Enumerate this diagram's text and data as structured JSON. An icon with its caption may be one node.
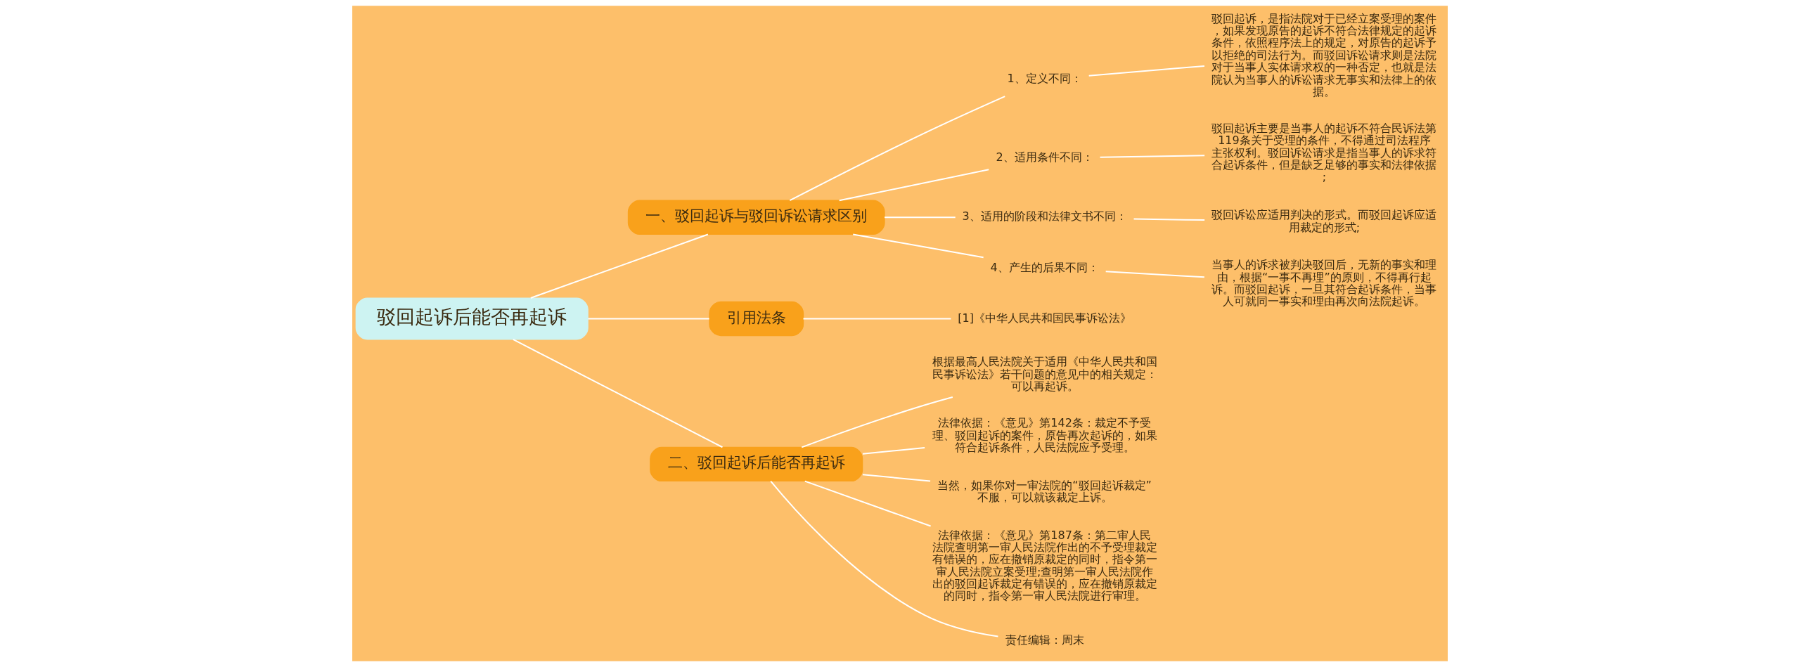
{
  "diagram": {
    "nodes": [
      {
        "text": [
          "驳回起诉后能否再起诉"
        ]
      },
      {
        "text": [
          "一、驳回起诉与驳回诉讼请求区别"
        ]
      },
      {
        "text": [
          "1、定义不同："
        ]
      },
      {
        "text": [
          "驳回起诉，是指法院对于已经立案受理的案件，如果发现原告的起诉不符合法律规定的起诉条件，依照程序法上的规定，对原告的起诉予以拒绝的司法行为。而驳回诉讼请求则是法院对于当事人实体请求权的一种否定，也就是法院认为当事人的诉讼请求无事实和法律上的依据。"
        ]
      },
      {
        "text": [
          "2、适用条件不同："
        ]
      },
      {
        "text": [
          "驳回起诉主要是当事人的起诉不符合民诉法第119条关于受理的条件，不得通过司法程序主张权利。驳回诉讼请求是指当事人的诉求符合起诉条件，但是缺乏足够的事实和法律依据;"
        ]
      },
      {
        "text": [
          "3、适用的阶段和法律文书不同："
        ]
      },
      {
        "text": [
          "驳回诉讼应适用判决的形式。而驳回起诉应适用裁定的形式;"
        ]
      },
      {
        "text": [
          "4、产生的后果不同："
        ]
      },
      {
        "text": [
          "当事人的诉求被判决驳回后，无新的事实和理由，根据“一事不再理”的原则，不得再行起诉。而驳回起诉，一旦其符合起诉条件，当事人可就同一事实和理由再次向法院起诉。"
        ]
      },
      {
        "text": [
          "引用法条"
        ]
      },
      {
        "text": [
          "[1]《中华人民共和国民事诉讼法》"
        ]
      },
      {
        "text": [
          "二、驳回起诉后能否再起诉"
        ]
      },
      {
        "text": [
          "根据最高人民法院关于适用《中华人民共和国民事诉讼法》若干问题的意见中的相关规定：可以再起诉。"
        ]
      },
      {
        "text": [
          "法律依据：《意见》第142条：裁定不予受理、驳回起诉的案件，原告再次起诉的，如果符合起诉条件，人民法院应予受理。"
        ]
      },
      {
        "text": [
          "当然，如果你对一审法院的“驳回起诉裁定”不服，可以就该裁定上诉。"
        ]
      },
      {
        "text": [
          "法律依据：《意见》第187条：第二审人民法院查明第一审人民法院作出的不予受理裁定有错误的，应在撤销原裁定的同时，指令第一审人民法院立案受理;查明第一审人民法院作出的驳回起诉裁定有错误的，应在撤销原裁定的同时，指令第一审人民法院进行审理。"
        ]
      },
      {
        "text": [
          "责任编辑：周末"
        ]
      }
    ],
    "edges": [
      {
        "from": 0,
        "to": 1,
        "arrow": "none"
      },
      {
        "from": 1,
        "to": 2,
        "arrow": "none"
      },
      {
        "from": 2,
        "to": 3,
        "arrow": "none"
      },
      {
        "from": 1,
        "to": 4,
        "arrow": "none"
      },
      {
        "from": 4,
        "to": 5,
        "arrow": "none"
      },
      {
        "from": 1,
        "to": 6,
        "arrow": "none"
      },
      {
        "from": 6,
        "to": 7,
        "arrow": "none"
      },
      {
        "from": 1,
        "to": 8,
        "arrow": "none"
      },
      {
        "from": 8,
        "to": 9,
        "arrow": "none"
      },
      {
        "from": 0,
        "to": 10,
        "arrow": "none"
      },
      {
        "from": 10,
        "to": 11,
        "arrow": "none"
      },
      {
        "from": 0,
        "to": 12,
        "arrow": "none"
      },
      {
        "from": 12,
        "to": 13,
        "arrow": "none"
      },
      {
        "from": 12,
        "to": 14,
        "arrow": "none"
      },
      {
        "from": 12,
        "to": 15,
        "arrow": "none"
      },
      {
        "from": 12,
        "to": 16,
        "arrow": "none"
      },
      {
        "from": 12,
        "to": 17,
        "arrow": "none"
      }
    ]
  }
}
